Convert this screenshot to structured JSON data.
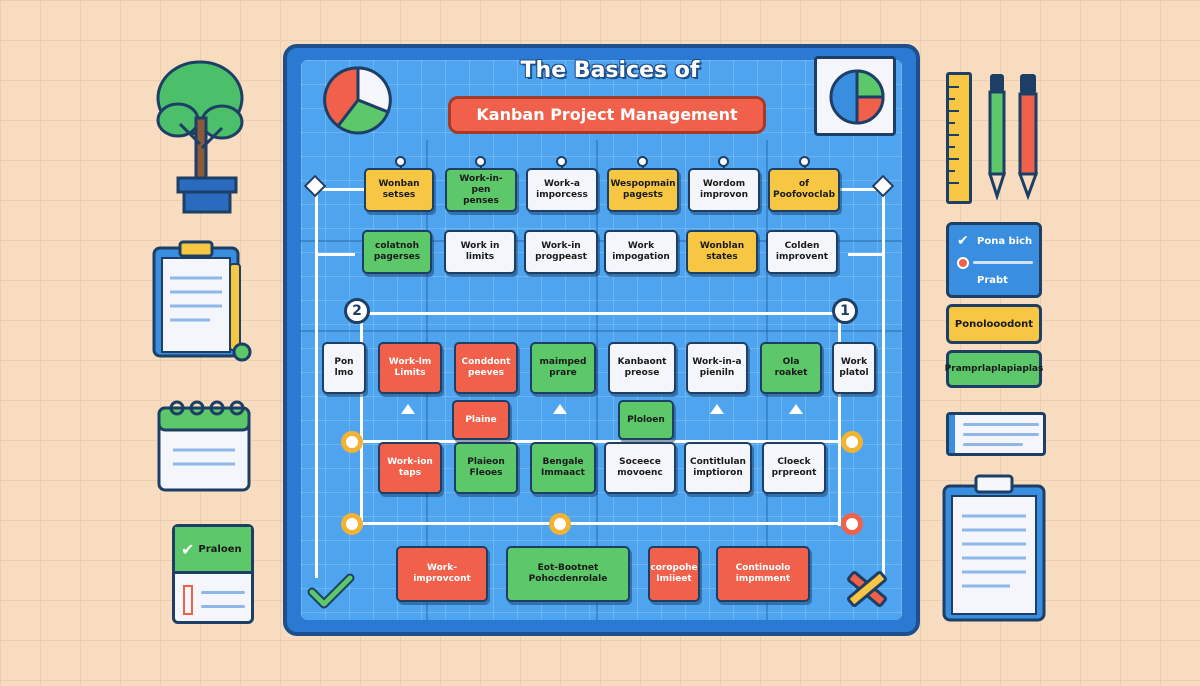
{
  "title": {
    "line1": "The Basices of",
    "line2": "Kanban Project Management"
  },
  "row1": [
    {
      "text": "Wonban\nsetses",
      "color": "yellow"
    },
    {
      "text": "Work-in-pen\npenses",
      "color": "green"
    },
    {
      "text": "Work-a\nimporcess",
      "color": "white"
    },
    {
      "text": "Wespopmain\npagests",
      "color": "yellow"
    },
    {
      "text": "Wordom\nimprovon",
      "color": "white"
    },
    {
      "text": "of\nPoofovoclab",
      "color": "yellow"
    }
  ],
  "row2": [
    {
      "text": "colatnoh\npagerses",
      "color": "green"
    },
    {
      "text": "Work in\nlimits",
      "color": "white"
    },
    {
      "text": "Work-in\nprogpeast",
      "color": "white"
    },
    {
      "text": "Work\nimpogation",
      "color": "white"
    },
    {
      "text": "Wonblan\nstates",
      "color": "yellow"
    },
    {
      "text": "Colden\nimprovent",
      "color": "white"
    }
  ],
  "row3": [
    {
      "text": "Pon\nlmo",
      "color": "white"
    },
    {
      "text": "Work-lm\nLimits",
      "color": "red"
    },
    {
      "text": "Conddont\npeeves",
      "color": "red"
    },
    {
      "text": "maimped\nprare",
      "color": "green"
    },
    {
      "text": "Kanbaont\npreose",
      "color": "white"
    },
    {
      "text": "Work-in-a\npieniln",
      "color": "white"
    },
    {
      "text": "Ola\nroaket",
      "color": "green"
    },
    {
      "text": "Work\nplatol",
      "color": "white"
    }
  ],
  "row_mid": [
    {
      "text": "Plaine",
      "color": "red"
    },
    {
      "text": "Ploloen",
      "color": "green"
    }
  ],
  "row4": [
    {
      "text": "Work-ion\ntaps",
      "color": "red"
    },
    {
      "text": "Plaieon\nFleoes",
      "color": "green"
    },
    {
      "text": "Bengale\nImmaact",
      "color": "green"
    },
    {
      "text": "Soceece\nmovoenc",
      "color": "white"
    },
    {
      "text": "Contitlulan\nimptioron",
      "color": "white"
    },
    {
      "text": "Cloeck\nprpreont",
      "color": "white"
    }
  ],
  "row5": [
    {
      "text": "Work-\nimprovcont",
      "color": "red"
    },
    {
      "text": "Eot-Bootnet\nPohocdenrolale",
      "color": "green"
    },
    {
      "text": "coropohe\nImiieet",
      "color": "red"
    },
    {
      "text": "Continuolo\nimpmment",
      "color": "red"
    }
  ],
  "markers": {
    "left_number": "2",
    "right_number": "1"
  },
  "side_right": {
    "card1_line1": "Pona bich",
    "card1_line2": "Prabt",
    "card2": "Ponolooodont",
    "card3": "Pramprlaplapiaplas"
  },
  "side_left": {
    "checklist": "Praloen"
  },
  "colors": {
    "board": "#4ea4ee",
    "red": "#f0604a",
    "green": "#5cc86a",
    "yellow": "#f7c744",
    "outline": "#1d3f66"
  }
}
